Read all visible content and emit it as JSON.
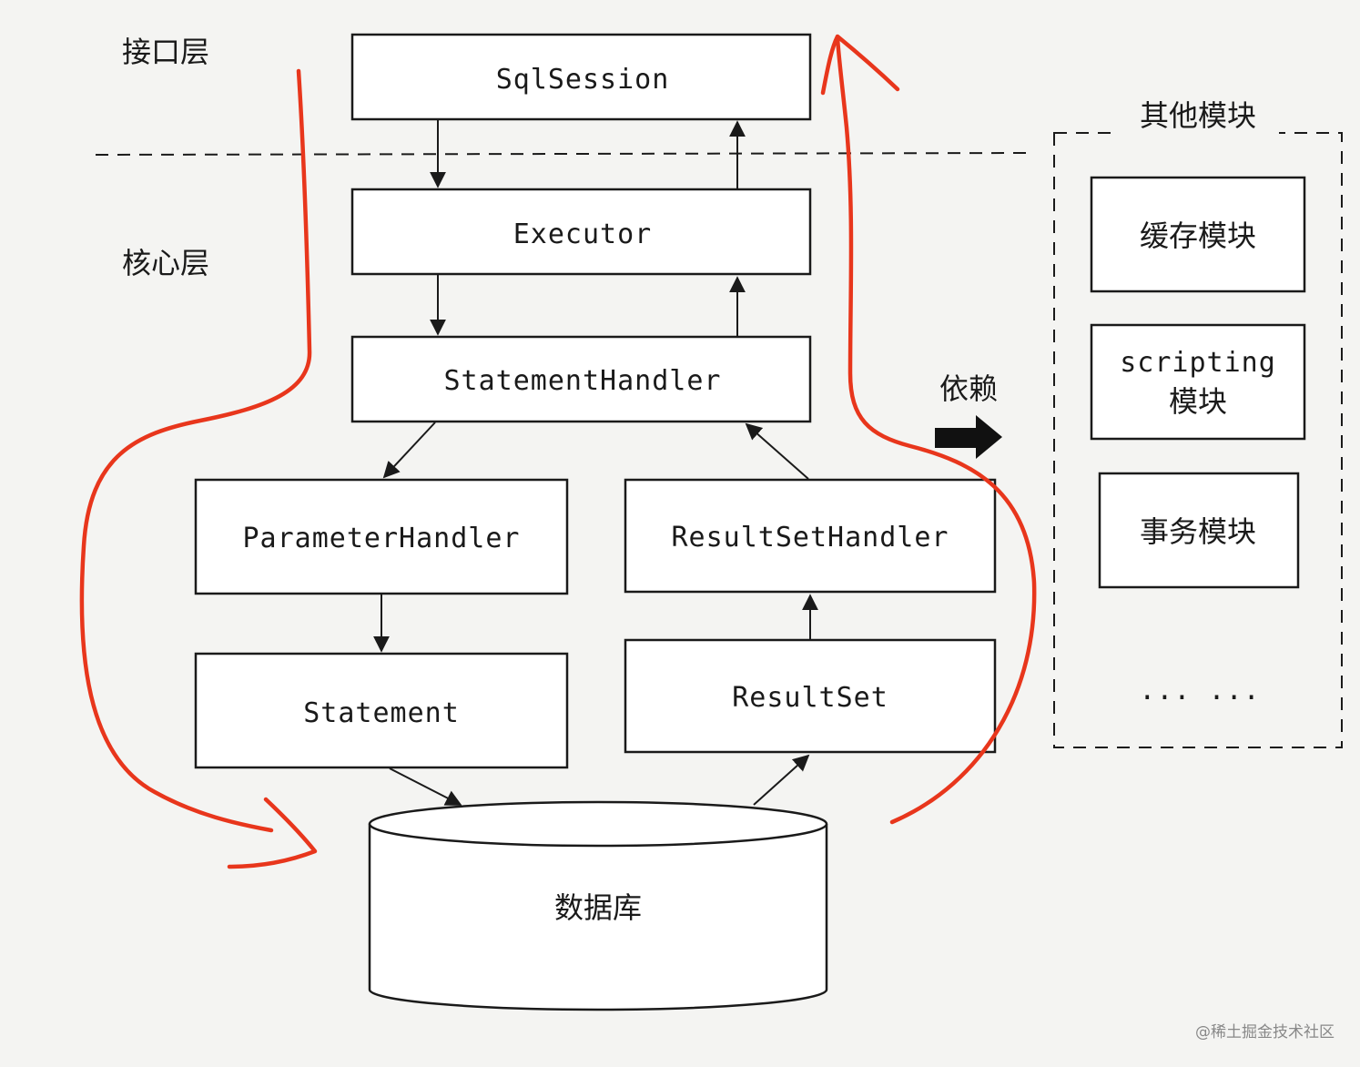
{
  "layers": {
    "interface": "接口层",
    "core": "核心层"
  },
  "components": {
    "sqlsession": "SqlSession",
    "executor": "Executor",
    "statement_handler": "StatementHandler",
    "parameter_handler": "ParameterHandler",
    "resultset_handler": "ResultSetHandler",
    "statement": "Statement",
    "resultset": "ResultSet",
    "database": "数据库"
  },
  "dependency_label": "依赖",
  "other_modules": {
    "title": "其他模块",
    "items": [
      "缓存模块",
      "scripting",
      "模块",
      "事务模块"
    ],
    "ellipsis": "... ..."
  },
  "watermark": "@稀土掘金技术社区",
  "colors": {
    "flow_annotation": "#e8361c",
    "lines": "#1a1a1a"
  }
}
